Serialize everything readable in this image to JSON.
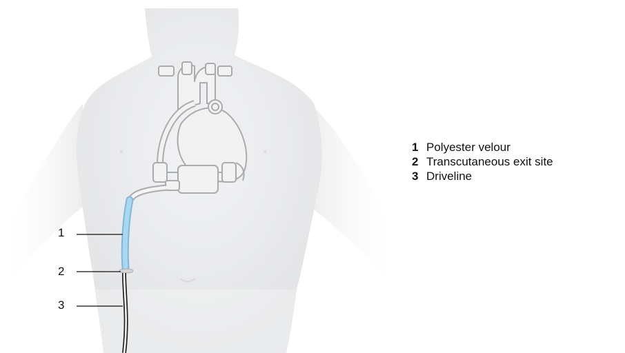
{
  "callouts": [
    {
      "number": "1"
    },
    {
      "number": "2"
    },
    {
      "number": "3"
    }
  ],
  "legend": {
    "items": [
      {
        "number": "1",
        "label": "Polyester velour"
      },
      {
        "number": "2",
        "label": "Transcutaneous exit site"
      },
      {
        "number": "3",
        "label": "Driveline"
      }
    ]
  },
  "colors": {
    "body_fill": "#e7e8ea",
    "outline_gray": "#a9abae",
    "velour_blue": "#a9d7ef",
    "text": "#111111"
  }
}
